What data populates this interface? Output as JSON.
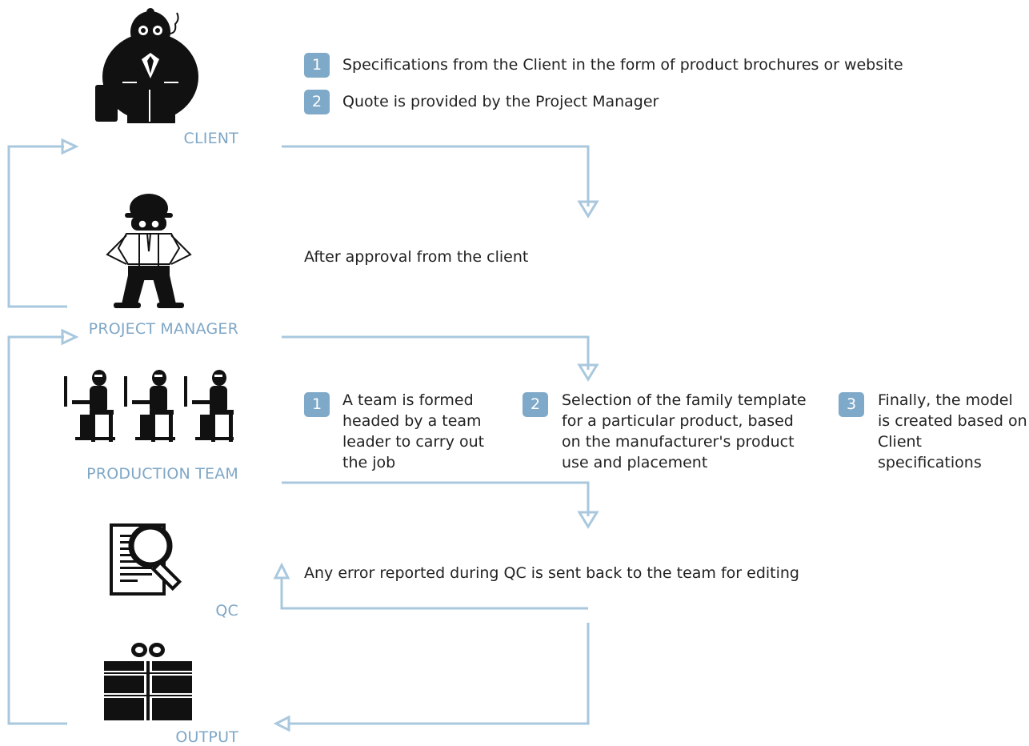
{
  "roles": {
    "client": "CLIENT",
    "project_manager": "PROJECT MANAGER",
    "production_team": "PRODUCTION TEAM",
    "qc": "QC",
    "output": "OUTPUT"
  },
  "client_steps": [
    {
      "num": "1",
      "text": "Specifications from the Client in the form of product brochures or website"
    },
    {
      "num": "2",
      "text": "Quote is provided by the Project Manager"
    }
  ],
  "pm_note": "After approval from the client",
  "team_steps": [
    {
      "num": "1",
      "text": "A team is formed\nheaded by a team\nleader to carry out\nthe job"
    },
    {
      "num": "2",
      "text": "Selection of the family template\nfor a particular product, based\non the manufacturer's product\nuse and placement"
    },
    {
      "num": "3",
      "text": "Finally, the model\nis created based on\nClient specifications"
    }
  ],
  "qc_note": "Any error reported during QC is sent back to the team for editing",
  "colors": {
    "accent": "#7fa9c8",
    "line": "#a9c8de",
    "ink": "#111111"
  },
  "icons": [
    "client-figure-icon",
    "project-manager-figure-icon",
    "production-team-workers-icon",
    "qc-document-magnifier-icon",
    "output-gift-box-icon"
  ]
}
